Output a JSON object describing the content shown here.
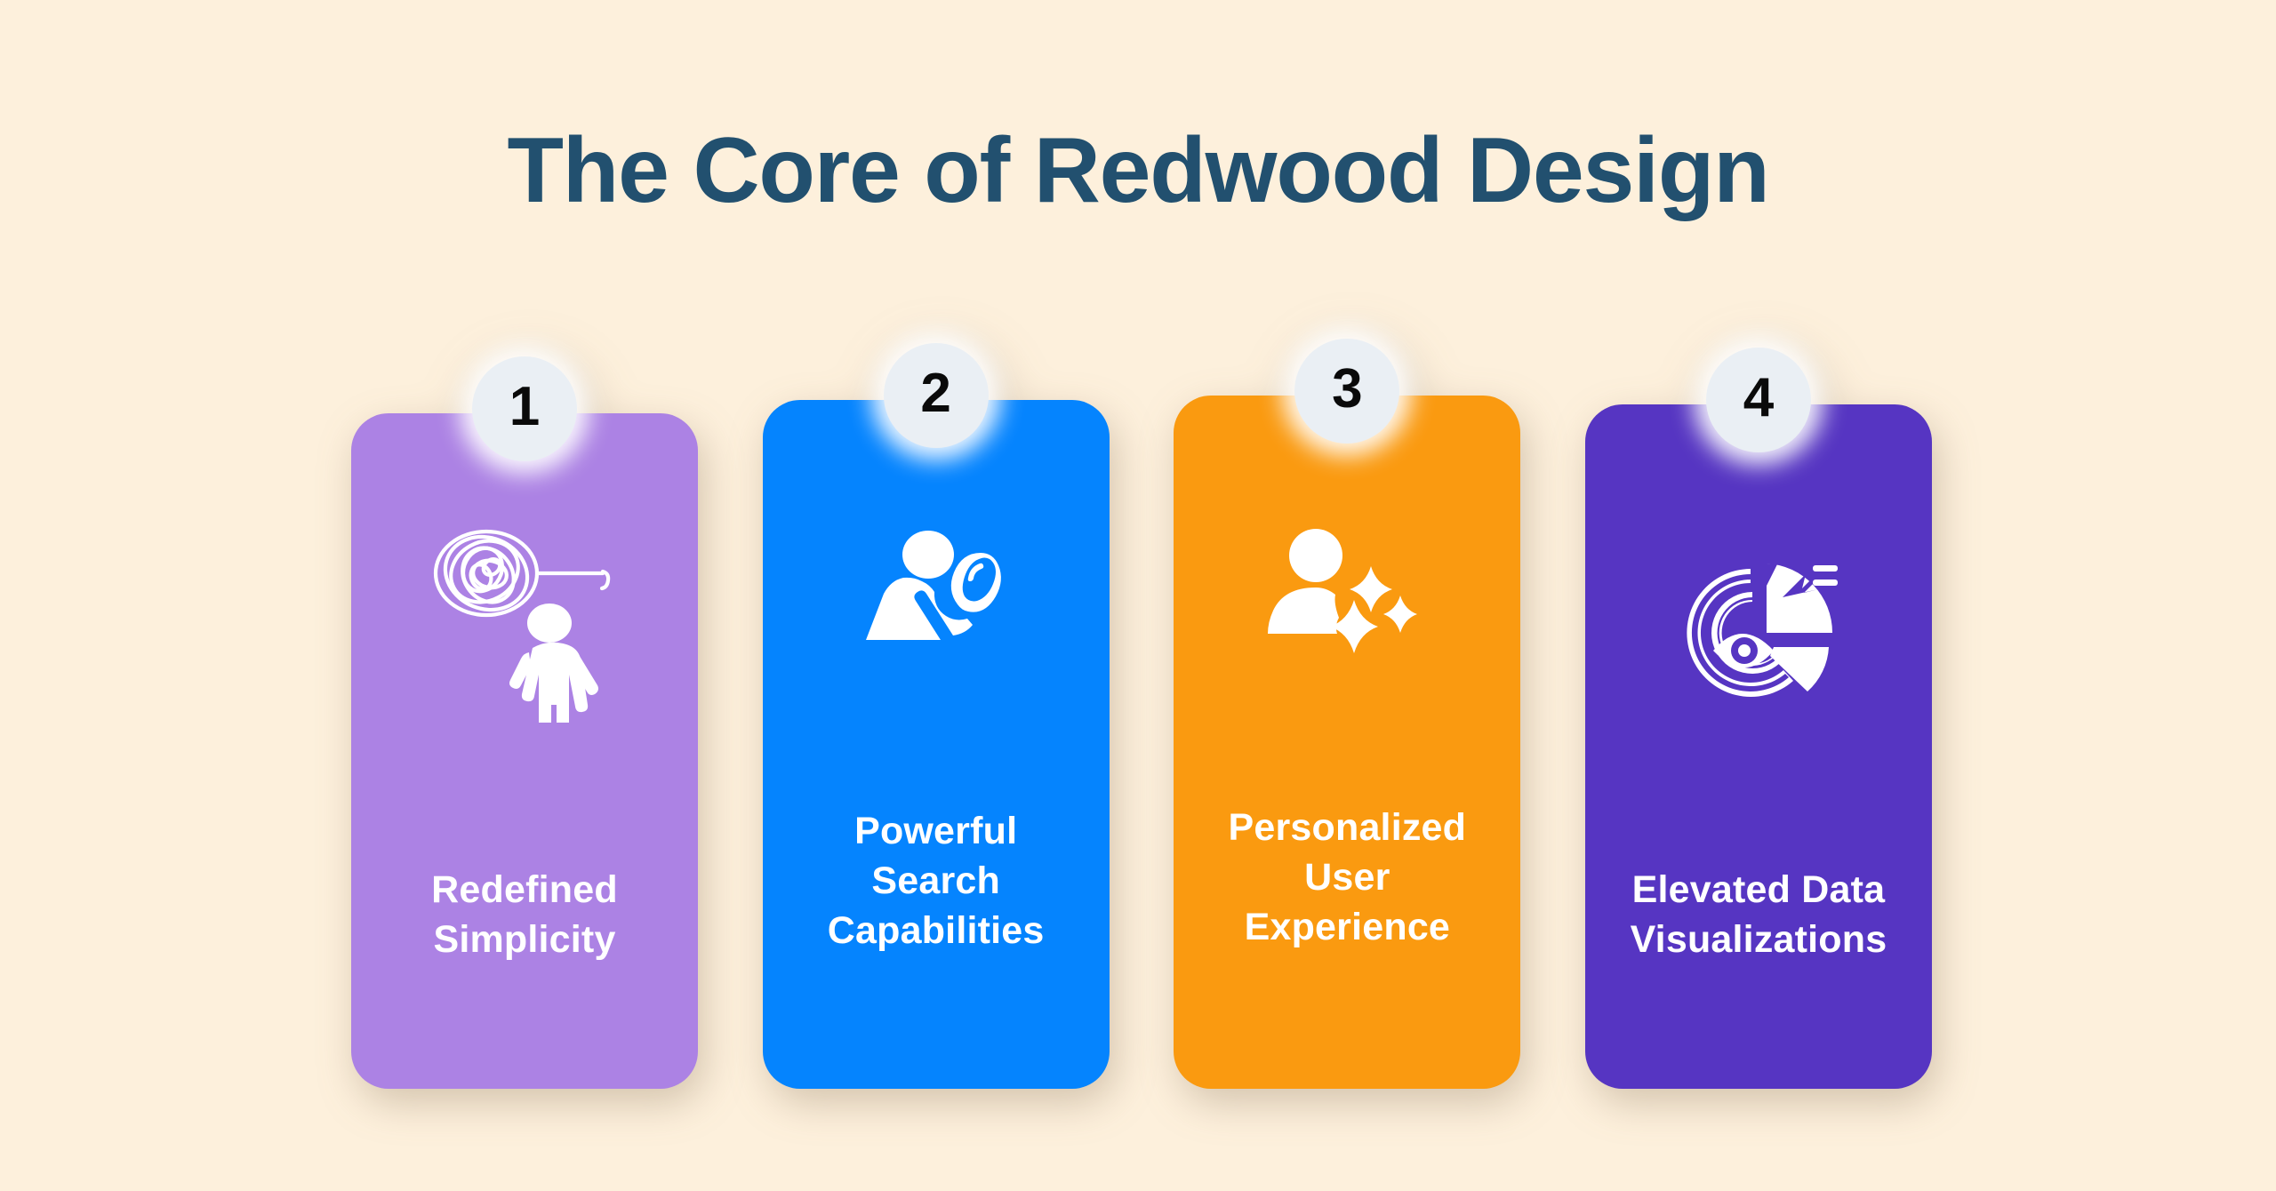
{
  "page": {
    "background_color": "#FDF0DC",
    "title": "The Core of Redwood Design",
    "title_color": "#22506F"
  },
  "cards": [
    {
      "number": "1",
      "label": "Redefined\nSimplicity",
      "color": "#AC82E4",
      "icon": "untangle-knot-icon",
      "text_color": "#FFFFFF"
    },
    {
      "number": "2",
      "label": "Powerful\nSearch\nCapabilities",
      "color": "#0584FE",
      "icon": "person-magnifier-icon",
      "text_color": "#FFFFFF"
    },
    {
      "number": "3",
      "label": "Personalized\nUser\nExperience",
      "color": "#FA9A10",
      "icon": "user-sparkles-icon",
      "text_color": "#FFFFFF"
    },
    {
      "number": "4",
      "label": "Elevated Data\nVisualizations",
      "color": "#5635C2",
      "icon": "donut-chart-eye-icon",
      "text_color": "#FFFFFF"
    }
  ],
  "badge": {
    "background_color": "#EAEFF4",
    "number_color": "#0A0A0A"
  }
}
